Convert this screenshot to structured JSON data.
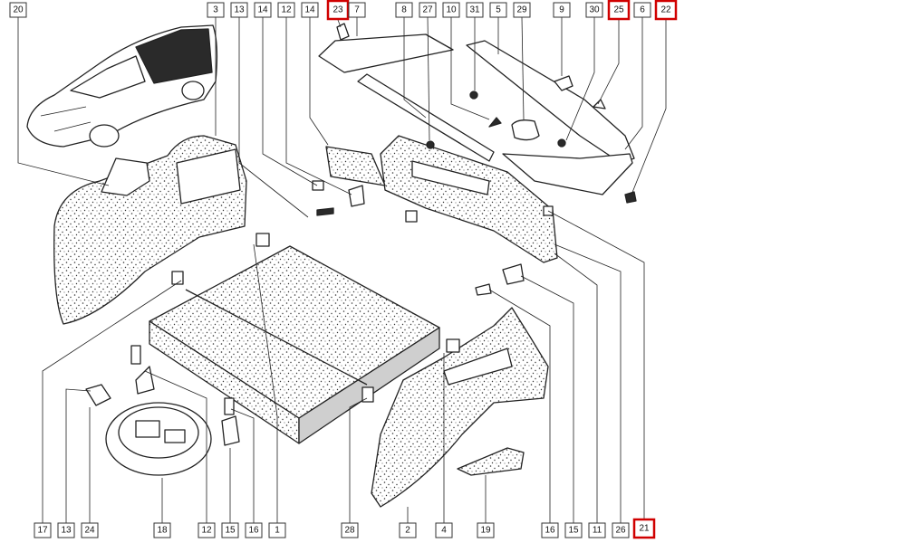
{
  "diagram": {
    "type": "exploded-parts-diagram",
    "highlight_color": "#d00000",
    "callouts_top": [
      "20",
      "3",
      "13",
      "14",
      "12",
      "14",
      "23",
      "7",
      "8",
      "27",
      "10",
      "31",
      "5",
      "29",
      "9",
      "30",
      "25",
      "6",
      "22"
    ],
    "callouts_bottom": [
      "17",
      "13",
      "24",
      "18",
      "12",
      "15",
      "16",
      "1",
      "28",
      "2",
      "4",
      "19",
      "16",
      "15",
      "11",
      "26",
      "21"
    ],
    "highlighted": [
      "23",
      "25",
      "22",
      "21"
    ]
  }
}
